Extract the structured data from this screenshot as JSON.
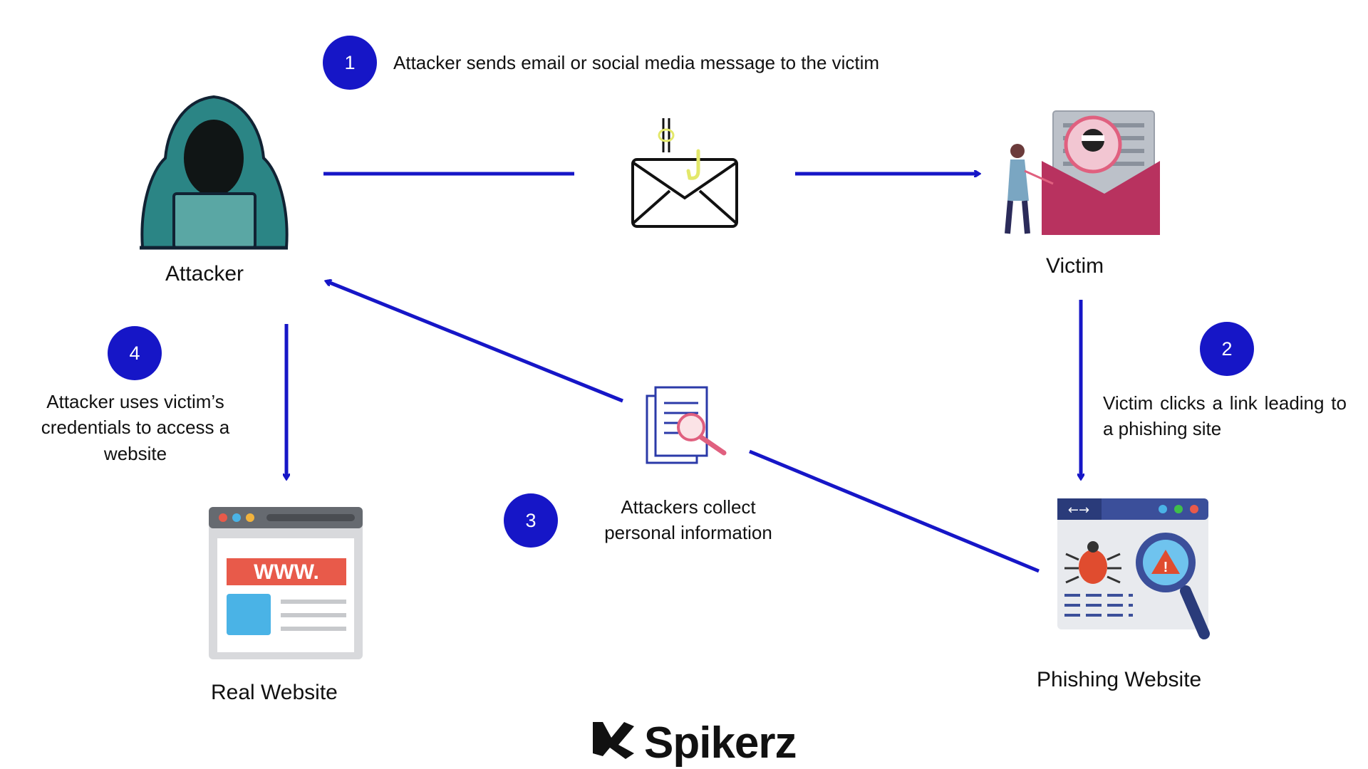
{
  "steps": [
    {
      "number": "1",
      "text": "Attacker sends email or social media message to the victim"
    },
    {
      "number": "2",
      "text": "Victim clicks a link leading to a phishing site"
    },
    {
      "number": "3",
      "text": "Attackers collect personal information"
    },
    {
      "number": "4",
      "text": "Attacker uses victim’s credentials to access a website"
    }
  ],
  "nodes": {
    "attacker": "Attacker",
    "victim": "Victim",
    "real_website": "Real Website",
    "phishing_website": "Phishing Website"
  },
  "icons": {
    "phishing_email": "phishing-email-icon",
    "spam_envelope": "spam-envelope-icon",
    "document_search": "document-search-icon",
    "www_badge": "WWW."
  },
  "brand": {
    "name": "Spikerz"
  },
  "colors": {
    "accent": "#1616c7",
    "hoodie": "#2b8585",
    "envelope": "#b8325f",
    "www": "#e85a4a"
  }
}
